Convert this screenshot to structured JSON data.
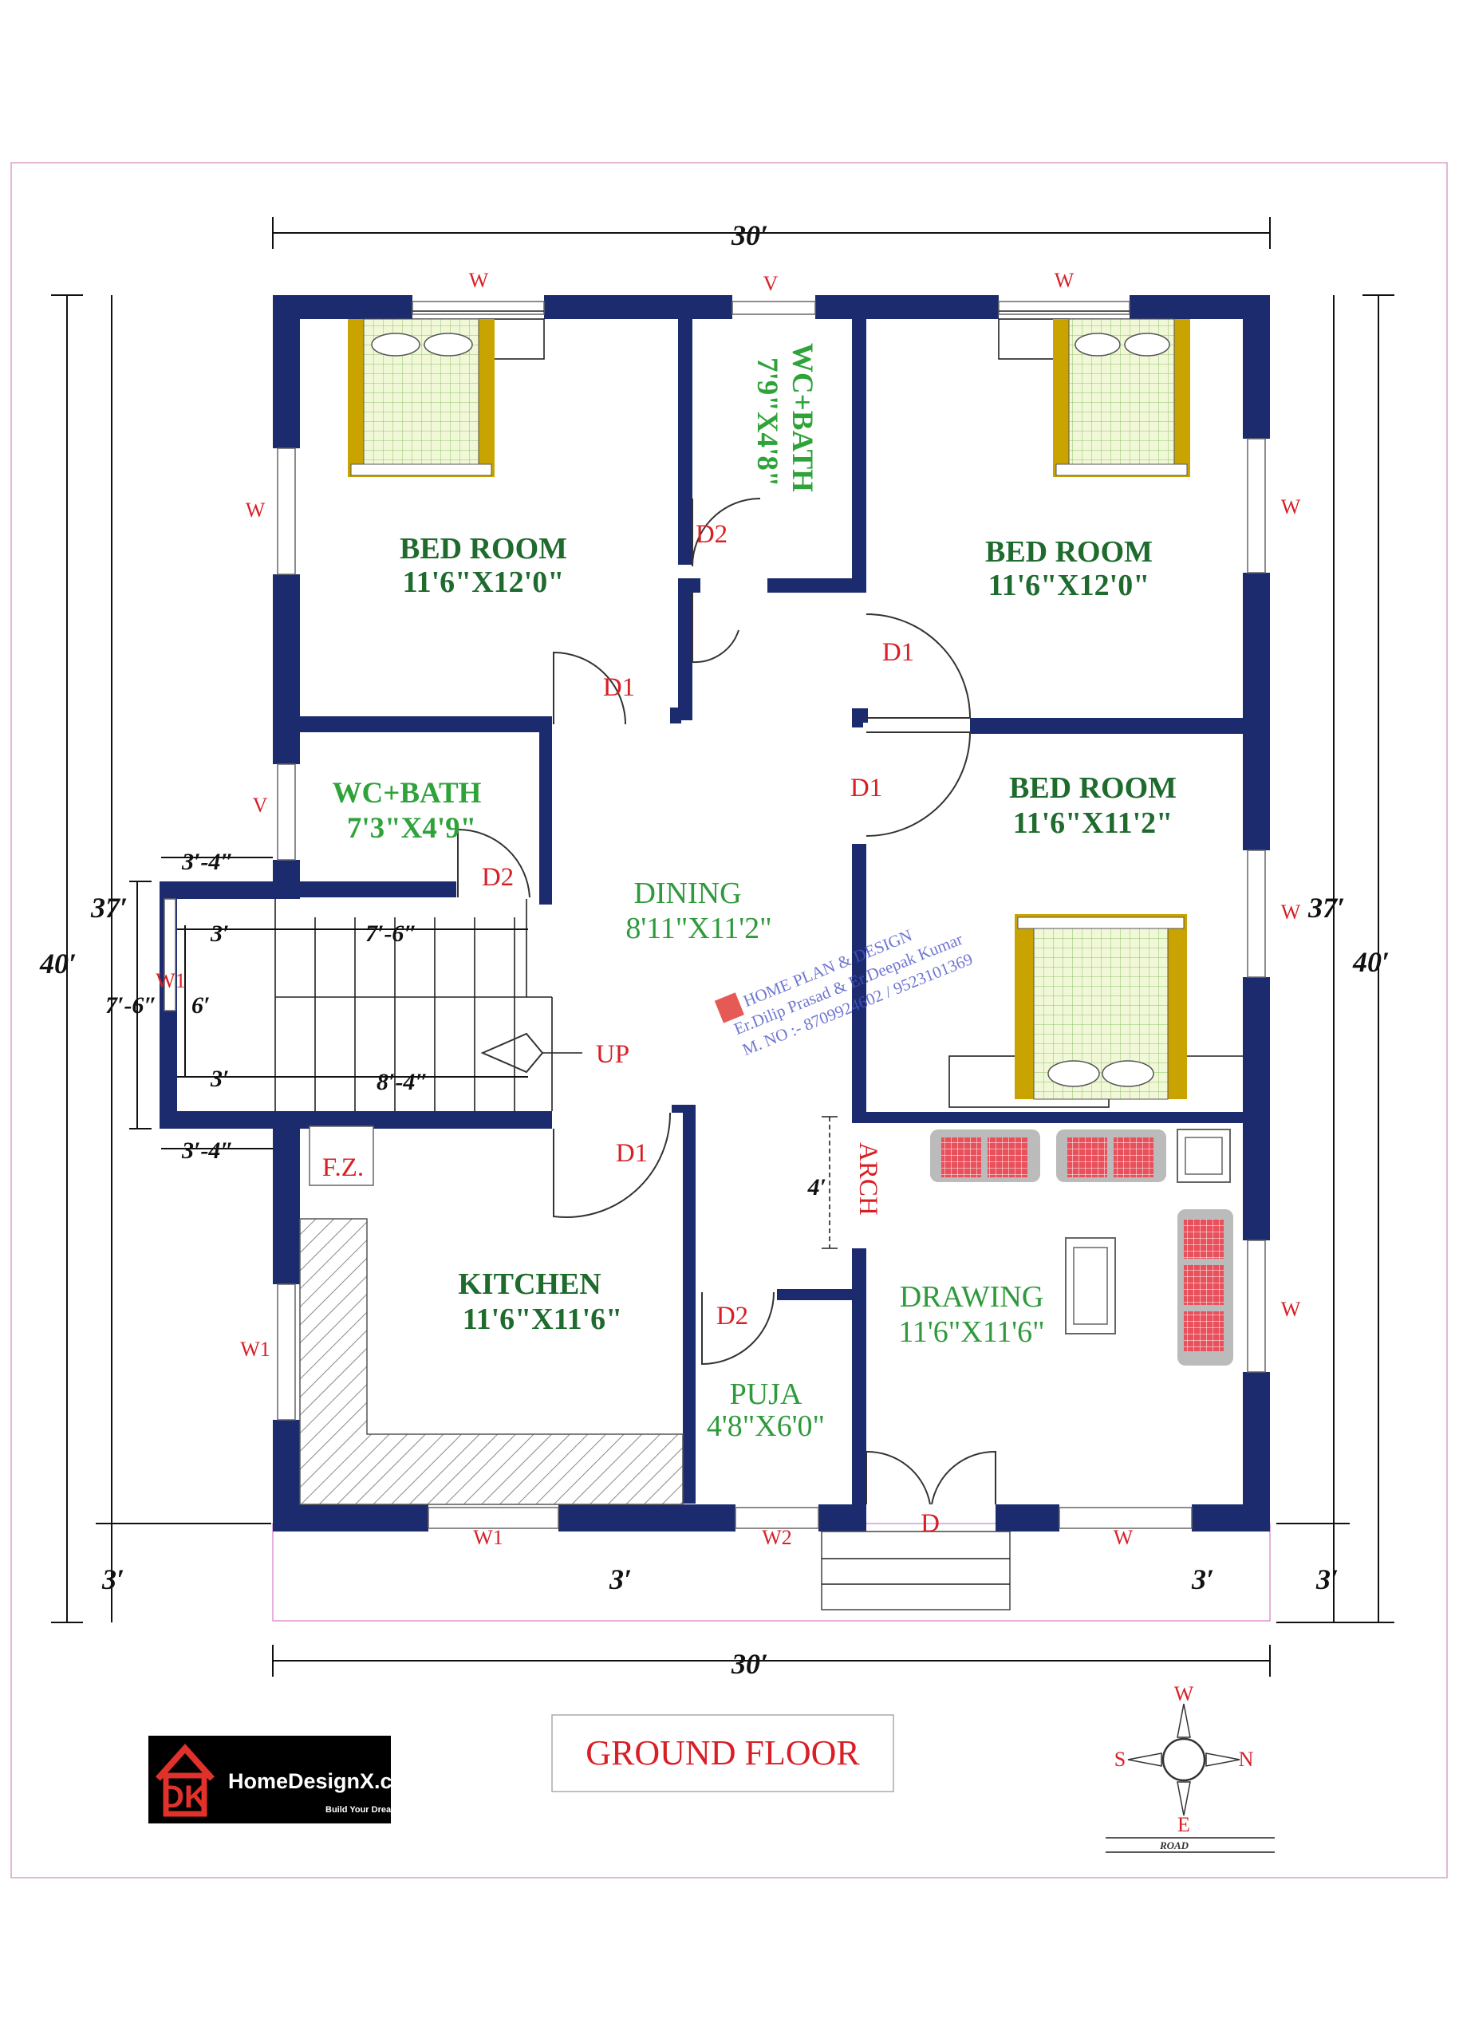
{
  "title": "GROUND FLOOR",
  "dimensions": {
    "top": "30′",
    "bottom": "30′",
    "left_total": "40′",
    "left_inner": "37′",
    "left_setback": "3′",
    "right_total": "40′",
    "right_inner": "37′",
    "right_setback": "3′",
    "front_setback_left": "3′",
    "front_setback_right": "3′",
    "stair_width_top": "3′-4″",
    "stair_width_bottom": "3′-4″",
    "stair_depth": "7′-6″",
    "stair_height_left": "7′-6″",
    "stair_6": "6′",
    "stair_3_top": "3′",
    "stair_3_bottom": "3′",
    "stair_len_bottom": "8′-4″",
    "arch_4": "4′"
  },
  "rooms": {
    "bed1_name": "BED ROOM",
    "bed1_size": "11'6\"X12'0\"",
    "bed2_name": "BED ROOM",
    "bed2_size": "11'6\"X12'0\"",
    "bed3_name": "BED ROOM",
    "bed3_size": "11'6\"X11'2\"",
    "wc_top_name": "WC+BATH",
    "wc_top_size": "7'9\"X4'8\"",
    "wc_left_name": "WC+BATH",
    "wc_left_size": "7'3\"X4'9\"",
    "dining_name": "DINING",
    "dining_size": "8'11\"X11'2\"",
    "kitchen_name": "KITCHEN",
    "kitchen_size": "11'6\"X11'6\"",
    "drawing_name": "DRAWING",
    "drawing_size": "11'6\"X11'6\"",
    "puja_name": "PUJA",
    "puja_size": "4'8\"X6'0\""
  },
  "labels": {
    "w_top_left": "W",
    "v_top": "V",
    "w_top_right": "W",
    "w_left_upper": "W",
    "v_left": "V",
    "w1_left_stair": "W1",
    "w1_left_kitchen": "W1",
    "w_right_upper": "W",
    "w_right_mid": "W",
    "w_right_lower": "W",
    "w1_bottom": "W1",
    "w2_bottom": "W2",
    "d_main": "D",
    "w_bottom_right": "W",
    "d1_bed1": "D1",
    "d1_bed2": "D1",
    "d1_bed3": "D1",
    "d1_kitchen": "D1",
    "d2_wc_top": "D2",
    "d2_wc_left": "D2",
    "d2_puja": "D2",
    "up": "UP",
    "arch": "ARCH",
    "fz": "F.Z."
  },
  "watermark": {
    "line1": "HOME PLAN & DESIGN",
    "line2": "Er.Dilip Prasad & Er.Deepak Kumar",
    "line3": "M. NO :- 8709924602 / 9523101369"
  },
  "compass": {
    "north": "N",
    "south": "S",
    "east": "E",
    "west": "W",
    "road": "ROAD"
  },
  "logo": {
    "brand": "HomeDesignX.com",
    "tagline": "Build Your Dream",
    "letters": "DK"
  },
  "colors": {
    "wall": "#1b2b6e",
    "room_text": "#1f6b2e",
    "label_red": "#d81f26",
    "bed_gold": "#c9a400",
    "sofa_red": "#e8505b"
  }
}
